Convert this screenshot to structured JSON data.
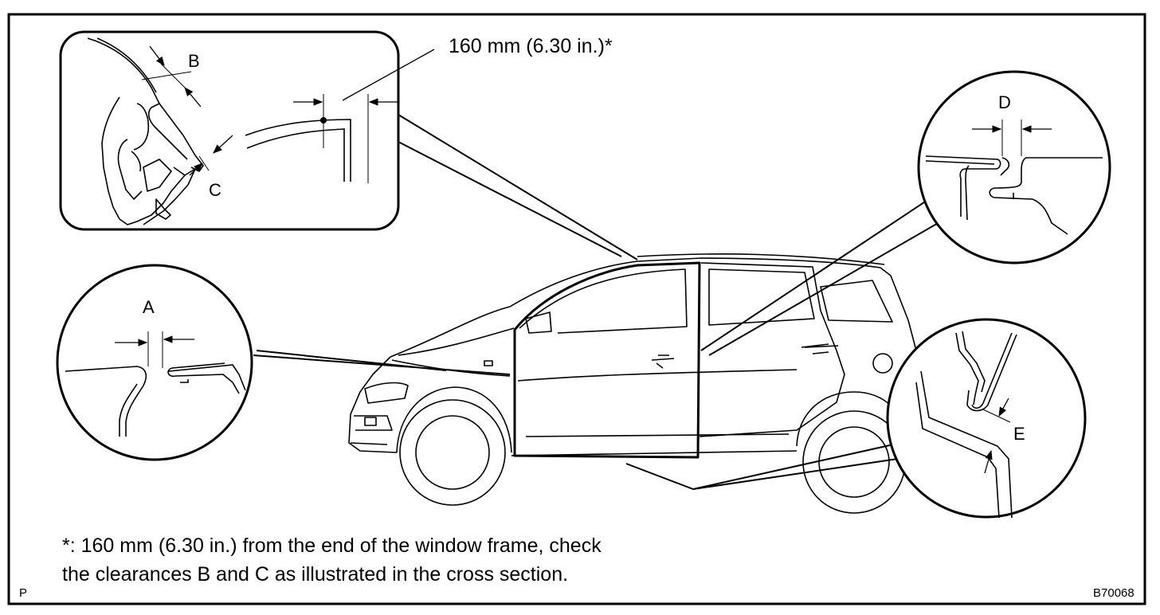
{
  "callouts": {
    "window_frame_dimension": "160 mm (6.30 in.)*",
    "label_a": "A",
    "label_b": "B",
    "label_c": "C",
    "label_d": "D",
    "label_e": "E"
  },
  "footnote": {
    "line1": "*: 160 mm (6.30 in.) from the end of the window frame, check",
    "line2": "the clearances B and C as illustrated in the cross section."
  },
  "page_marker": "P",
  "figure_code": "B70068"
}
